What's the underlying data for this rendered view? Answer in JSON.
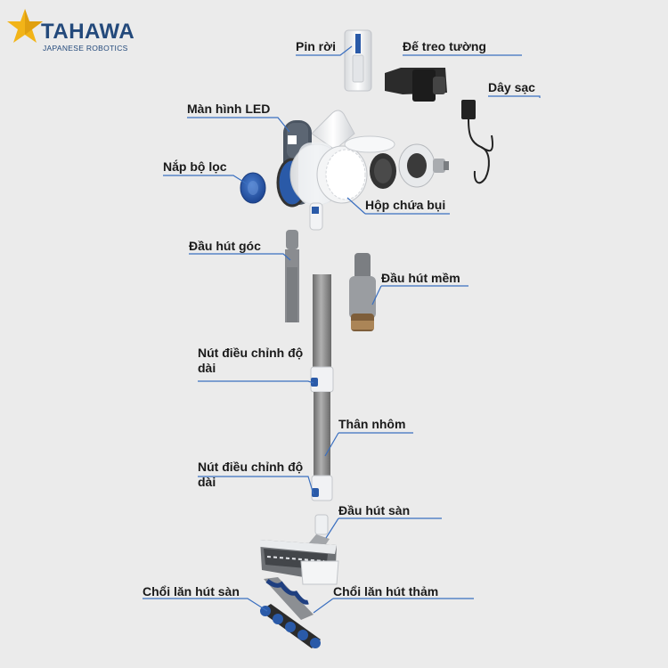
{
  "brand": {
    "name": "TAHAWA",
    "tagline": "JAPANESE ROBOTICS"
  },
  "labels": {
    "battery": "Pin rời",
    "wall_mount": "Đế treo tường",
    "charger": "Dây sạc",
    "led_screen": "Màn hình LED",
    "filter_cover": "Nắp bộ lọc",
    "dust_box": "Hộp chứa bụi",
    "corner_nozzle": "Đầu hút góc",
    "soft_nozzle": "Đầu hút mềm",
    "length_adjust_1": "Nút điều chỉnh độ dài",
    "aluminum_tube": "Thân nhôm",
    "length_adjust_2": "Nút điều chỉnh độ dài",
    "floor_nozzle": "Đầu hút sàn",
    "floor_roller": "Chổi lăn hút sàn",
    "carpet_roller": "Chổi lăn hút thảm"
  },
  "colors": {
    "background": "#ebebeb",
    "accent_blue": "#2a5aa8",
    "leader_line": "#3a6fc0",
    "brand_navy": "#23497b",
    "star_gold": "#f2b418",
    "tube_grey": "#8c8c8c",
    "body_white": "#f5f6f7"
  }
}
